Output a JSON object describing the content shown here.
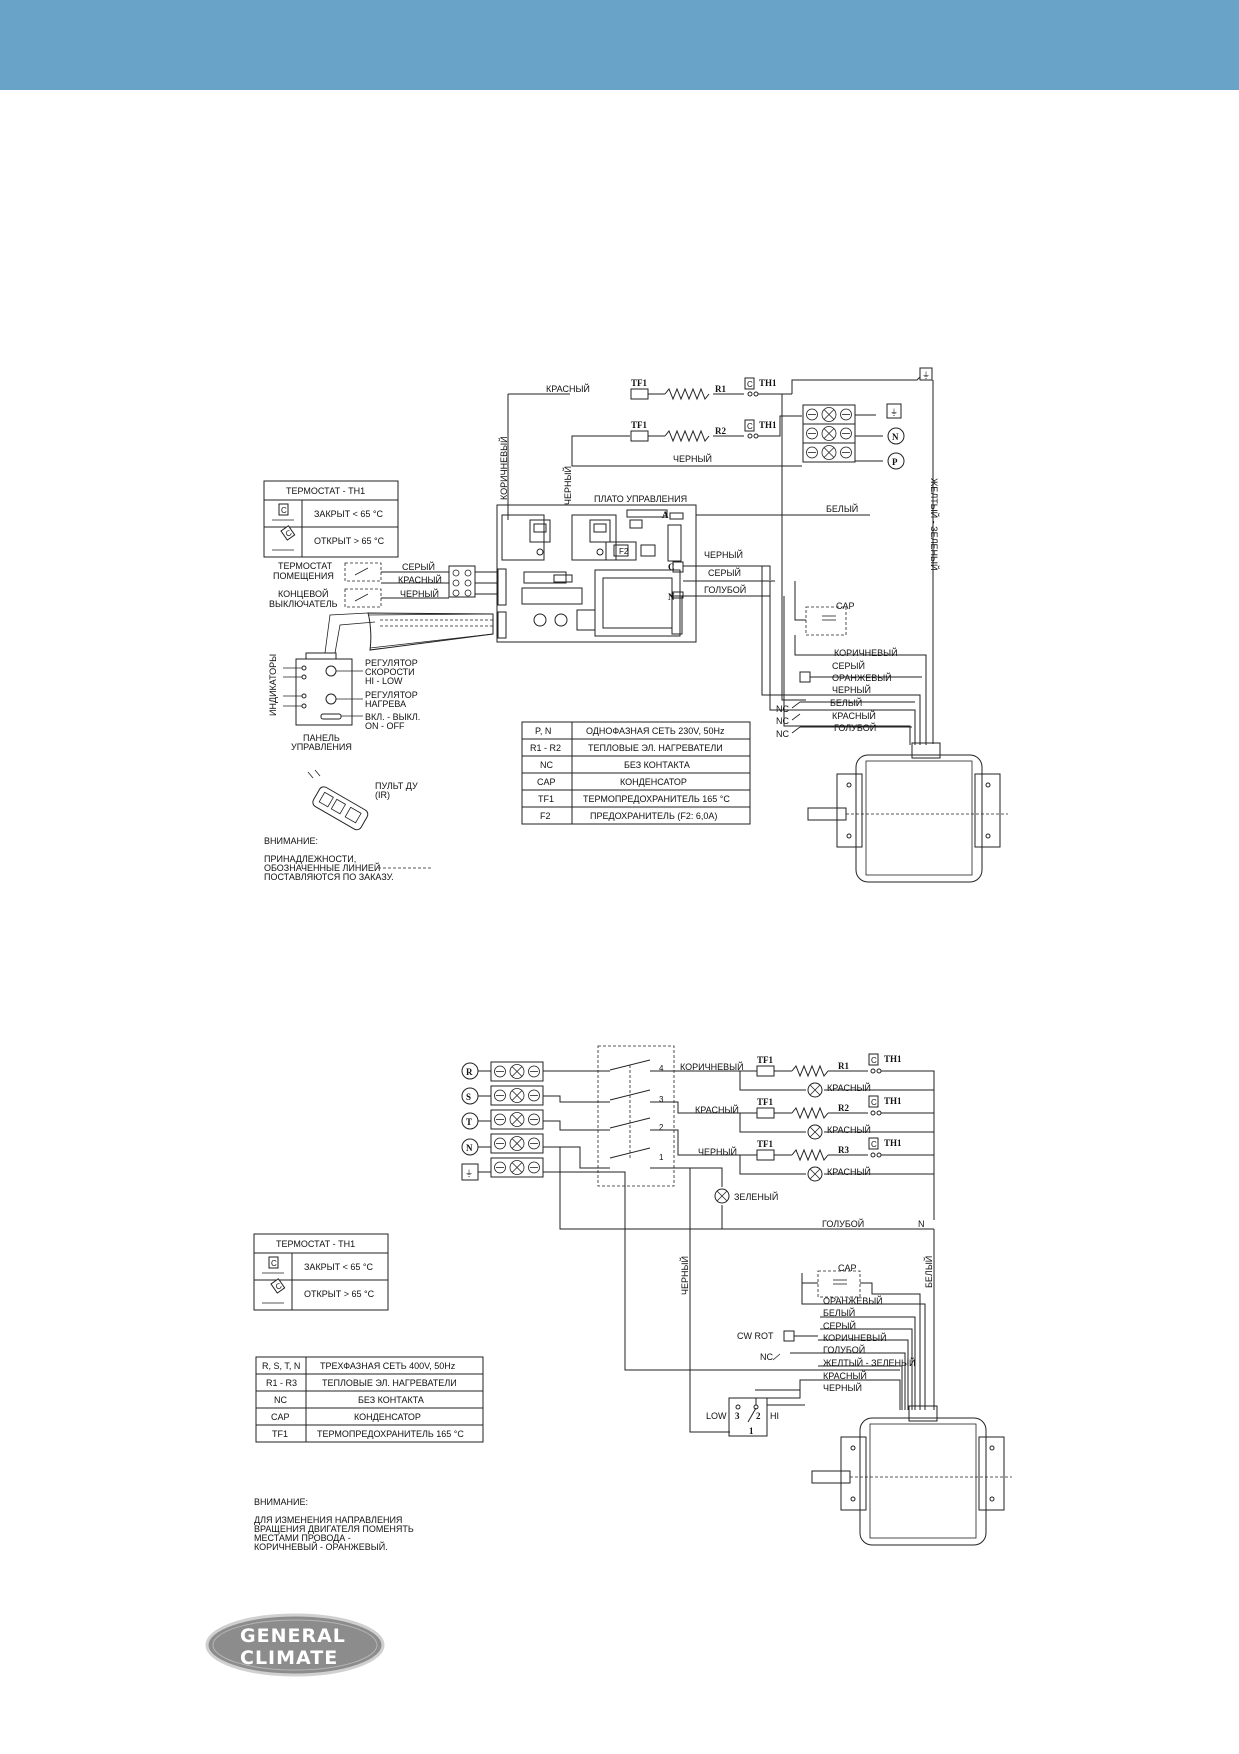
{
  "top": {
    "colors": {
      "bar": "#6aa3c8"
    },
    "wires": {
      "red": "КРАСНЫЙ",
      "brown": "КОРИЧНЕВЫЙ",
      "black": "ЧЕРНЫЙ",
      "black2": "ЧЕРНЫЙ",
      "white": "БЕЛЫЙ",
      "yellow_green": "ЖЕЛТЫЙ - ЗЕЛЕНЫЙ",
      "pcb_black": "ЧЕРНЫЙ",
      "pcb_grey": "СЕРЫЙ",
      "pcb_blue": "ГОЛУБОЙ"
    },
    "components": {
      "tf1": "TF1",
      "tf1b": "TF1",
      "r1": "R1",
      "r2": "R2",
      "th1": "TH1",
      "th1b": "TH1",
      "a": "A",
      "c": "C",
      "n": "N",
      "f2": "F2"
    },
    "terminals": {
      "n": "N",
      "p": "P"
    },
    "pcb_label": "ПЛАТО УПРАВЛЕНИЯ",
    "thermostat_table": {
      "title": "ТЕРМОСТАТ - TH1",
      "closed": "ЗАКРЫТ < 65 °C",
      "open": "ОТКРЫТ > 65 °C"
    },
    "left_labels": {
      "room_thermostat": [
        "ТЕРМОСТАТ",
        "ПОМЕЩЕНИЯ"
      ],
      "limit_switch": [
        "КОНЦЕВОЙ",
        "ВЫКЛЮЧАТЕЛЬ"
      ],
      "grey": "СЕРЫЙ",
      "red": "КРАСНЫЙ",
      "black": "ЧЕРНЫЙ"
    },
    "panel": {
      "indicators": "ИНДИКАТОРЫ",
      "speed": [
        "РЕГУЛЯТОР",
        "СКОРОСТИ",
        "HI - LOW"
      ],
      "heat": [
        "РЕГУЛЯТОР",
        "НАГРЕВА"
      ],
      "onoff": [
        "ВКЛ. - ВЫКЛ.",
        "ON - OFF"
      ],
      "title": [
        "ПАНЕЛЬ",
        "УПРАВЛЕНИЯ"
      ],
      "remote": [
        "ПУЛЬТ ДУ",
        "(IR)"
      ]
    },
    "cap": "CAP",
    "motor_wires": [
      "КОРИЧНЕВЫЙ",
      "СЕРЫЙ",
      "ОРАНЖЕВЫЙ",
      "ЧЕРНЫЙ",
      "БЕЛЫЙ",
      "КРАСНЫЙ",
      "ГОЛУБОЙ"
    ],
    "nc": [
      "NC",
      "NC",
      "NC"
    ],
    "legend": [
      {
        "k": "P, N",
        "v": "ОДНОФАЗНАЯ СЕТЬ 230V, 50Hz"
      },
      {
        "k": "R1 - R2",
        "v": "ТЕПЛОВЫЕ ЭЛ. НАГРЕВАТЕЛИ"
      },
      {
        "k": "NC",
        "v": "БЕЗ КОНТАКТА"
      },
      {
        "k": "CAP",
        "v": "КОНДЕНСАТОР"
      },
      {
        "k": "TF1",
        "v": "ТЕРМОПРЕДОХРАНИТЕЛЬ 165 °C"
      },
      {
        "k": "F2",
        "v": "ПРЕДОХРАНИТЕЛЬ (F2: 6,0A)"
      }
    ],
    "note": [
      "ВНИМАНИЕ:",
      "ПРИНАДЛЕЖНОСТИ,",
      "ОБОЗНАЧЕННЫЕ ЛИНИЕЙ",
      "ПОСТАВЛЯЮТСЯ ПО ЗАКАЗУ."
    ]
  },
  "bottom": {
    "terminals": {
      "r": "R",
      "s": "S",
      "t": "T",
      "n": "N"
    },
    "contacts": [
      "4",
      "3",
      "2",
      "1"
    ],
    "wires": {
      "brown": "КОРИЧНЕВЫЙ",
      "red": "КРАСНЫЙ",
      "black": "ЧЕРНЫЙ",
      "lamp1": "КРАСНЫЙ",
      "lamp2": "КРАСНЫЙ",
      "lamp3": "КРАСНЫЙ",
      "green": "ЗЕЛЕНЫЙ",
      "blue": "ГОЛУБОЙ",
      "n": "N",
      "black_v": "ЧЕРНЫЙ",
      "white_v": "БЕЛЫЙ"
    },
    "components": {
      "tf1": "TF1",
      "tf2": "TF1",
      "tf3": "TF1",
      "r1": "R1",
      "r2": "R2",
      "r3": "R3",
      "th1": "TH1",
      "th2": "TH1",
      "th3": "TH1"
    },
    "cap": "CAP",
    "motor_wires": [
      "ОРАНЖЕВЫЙ",
      "БЕЛЫЙ",
      "СЕРЫЙ",
      "КОРИЧНЕВЫЙ",
      "ГОЛУБОЙ",
      "ЖЕЛТЫЙ - ЗЕЛЕНЫЙ",
      "КРАСНЫЙ",
      "ЧЕРНЫЙ"
    ],
    "cw_rot": "CW ROT",
    "nc": "NC",
    "switch": {
      "low": "LOW",
      "hi": "HI",
      "p3": "3",
      "p2": "2",
      "p1": "1"
    },
    "thermostat_table": {
      "title": "ТЕРМОСТАТ - TH1",
      "closed": "ЗАКРЫТ < 65 °C",
      "open": "ОТКРЫТ > 65 °C"
    },
    "legend": [
      {
        "k": "R, S, T, N",
        "v": "ТРЕХФАЗНАЯ СЕТЬ 400V, 50Hz"
      },
      {
        "k": "R1 - R3",
        "v": "ТЕПЛОВЫЕ ЭЛ. НАГРЕВАТЕЛИ"
      },
      {
        "k": "NC",
        "v": "БЕЗ КОНТАКТА"
      },
      {
        "k": "CAP",
        "v": "КОНДЕНСАТОР"
      },
      {
        "k": "TF1",
        "v": "ТЕРМОПРЕДОХРАНИТЕЛЬ 165 °C"
      }
    ],
    "note": [
      "ВНИМАНИЕ:",
      "ДЛЯ ИЗМЕНЕНИЯ НАПРАВЛЕНИЯ",
      "ВРАЩЕНИЯ ДВИГАТЕЛЯ ПОМЕНЯТЬ",
      "МЕСТАМИ ПРОВОДА -",
      "КОРИЧНЕВЫЙ - ОРАНЖЕВЫЙ."
    ]
  },
  "logo": {
    "line1": "GENERAL",
    "line2": "CLIMATE"
  }
}
